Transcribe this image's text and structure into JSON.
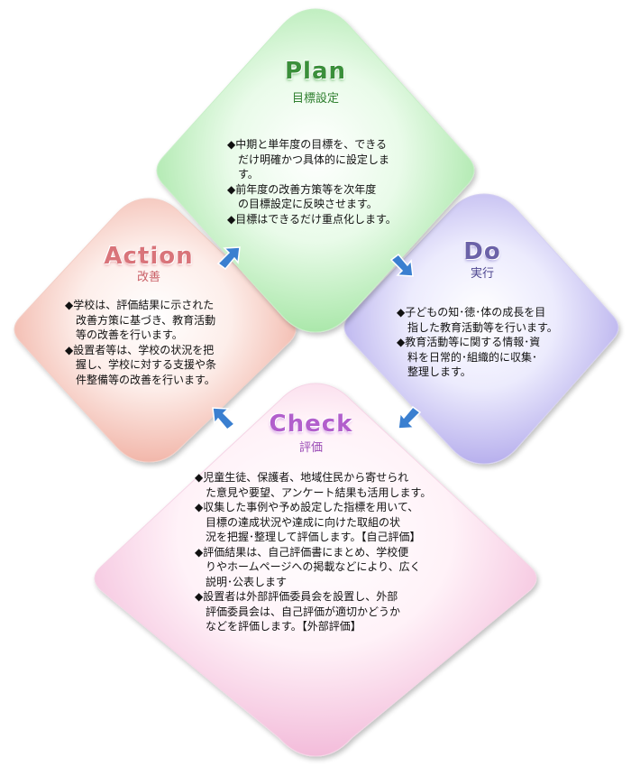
{
  "plan": {
    "title": "Plan",
    "subtitle": "目標設定",
    "items": [
      "◆中期と単年度の目標を、できる\n　だけ明確かつ具体的に設定しま\n　す。",
      "◆前年度の改善方策等を次年度\n　の目標設定に反映させます。",
      "◆目標はできるだけ重点化します。"
    ]
  },
  "do": {
    "title": "Do",
    "subtitle": "実行",
    "items": [
      "◆子どもの知･徳･体の成長を目\n　指した教育活動等を行います。",
      "◆教育活動等に関する情報･資\n　料を日常的･組織的に収集･\n　整理します。"
    ]
  },
  "action": {
    "title": "Action",
    "subtitle": "改善",
    "items": [
      "◆学校は、評価結果に示された\n　改善方策に基づき、教育活動\n　等の改善を行います。",
      "◆設置者等は、学校の状況を把\n　握し、学校に対する支援や条\n　件整備等の改善を行います。"
    ]
  },
  "check": {
    "title": "Check",
    "subtitle": "評価",
    "items": [
      "◆児童生徒、保護者、地域住民から寄せられ\n　た意見や要望、アンケート結果も活用します。",
      "◆収集した事例や予め設定した指標を用いて、\n　目標の達成状況や達成に向けた取組の状\n　況を把握･整理して評価します。【自己評価】",
      "◆評価結果は、自己評価書にまとめ、学校便\n　りやホームページへの掲載などにより、広く\n　説明･公表します",
      "◆設置者は外部評価委員会を設置し、外部\n　評価委員会は、自己評価が適切かどうか\n　などを評価します。【外部評価】"
    ]
  },
  "colors": {
    "plan_fill": "#b9f0b9",
    "do_fill": "#c9c3f0",
    "action_fill": "#f5c4bc",
    "check_fill": "#f8d4e8",
    "arrow": "#3a7fd0"
  },
  "icons": [
    "arrow-down-right-icon",
    "arrow-down-left-icon",
    "arrow-up-left-icon",
    "arrow-up-right-icon"
  ]
}
